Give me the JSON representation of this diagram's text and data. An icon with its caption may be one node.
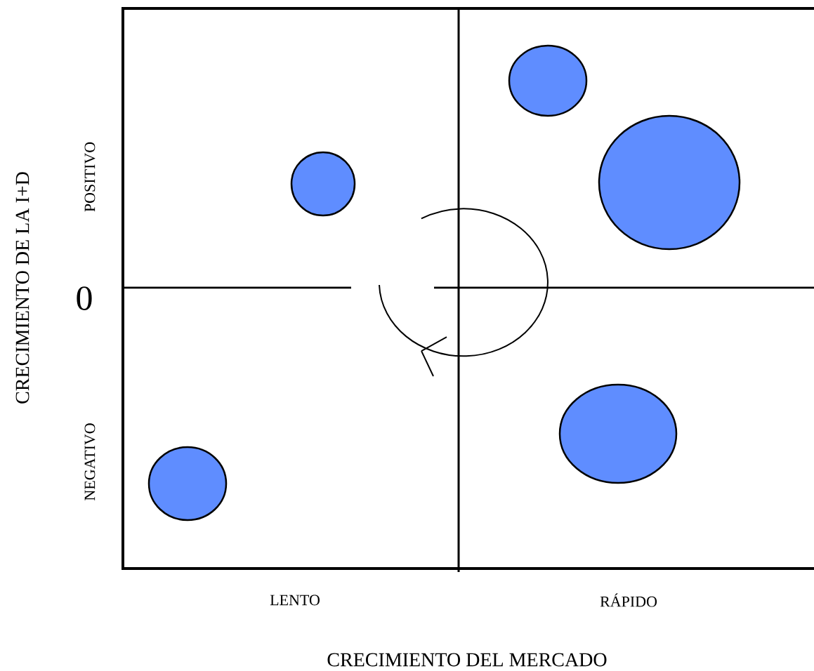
{
  "diagram": {
    "nodes": [
      {
        "text": [],
        "shape": "circle"
      },
      {
        "text": [],
        "shape": "circle"
      },
      {
        "text": [],
        "shape": "circle"
      },
      {
        "text": [],
        "shape": "circle"
      },
      {
        "text": [],
        "shape": "circle"
      }
    ],
    "labels": [
      "CRECIMIENTO DE LA I+D",
      "POSITIVO",
      "0",
      "NEGATIVO",
      "LENTO",
      "RÁPIDO",
      "CRECIMIENTO DEL MERCADO"
    ]
  }
}
